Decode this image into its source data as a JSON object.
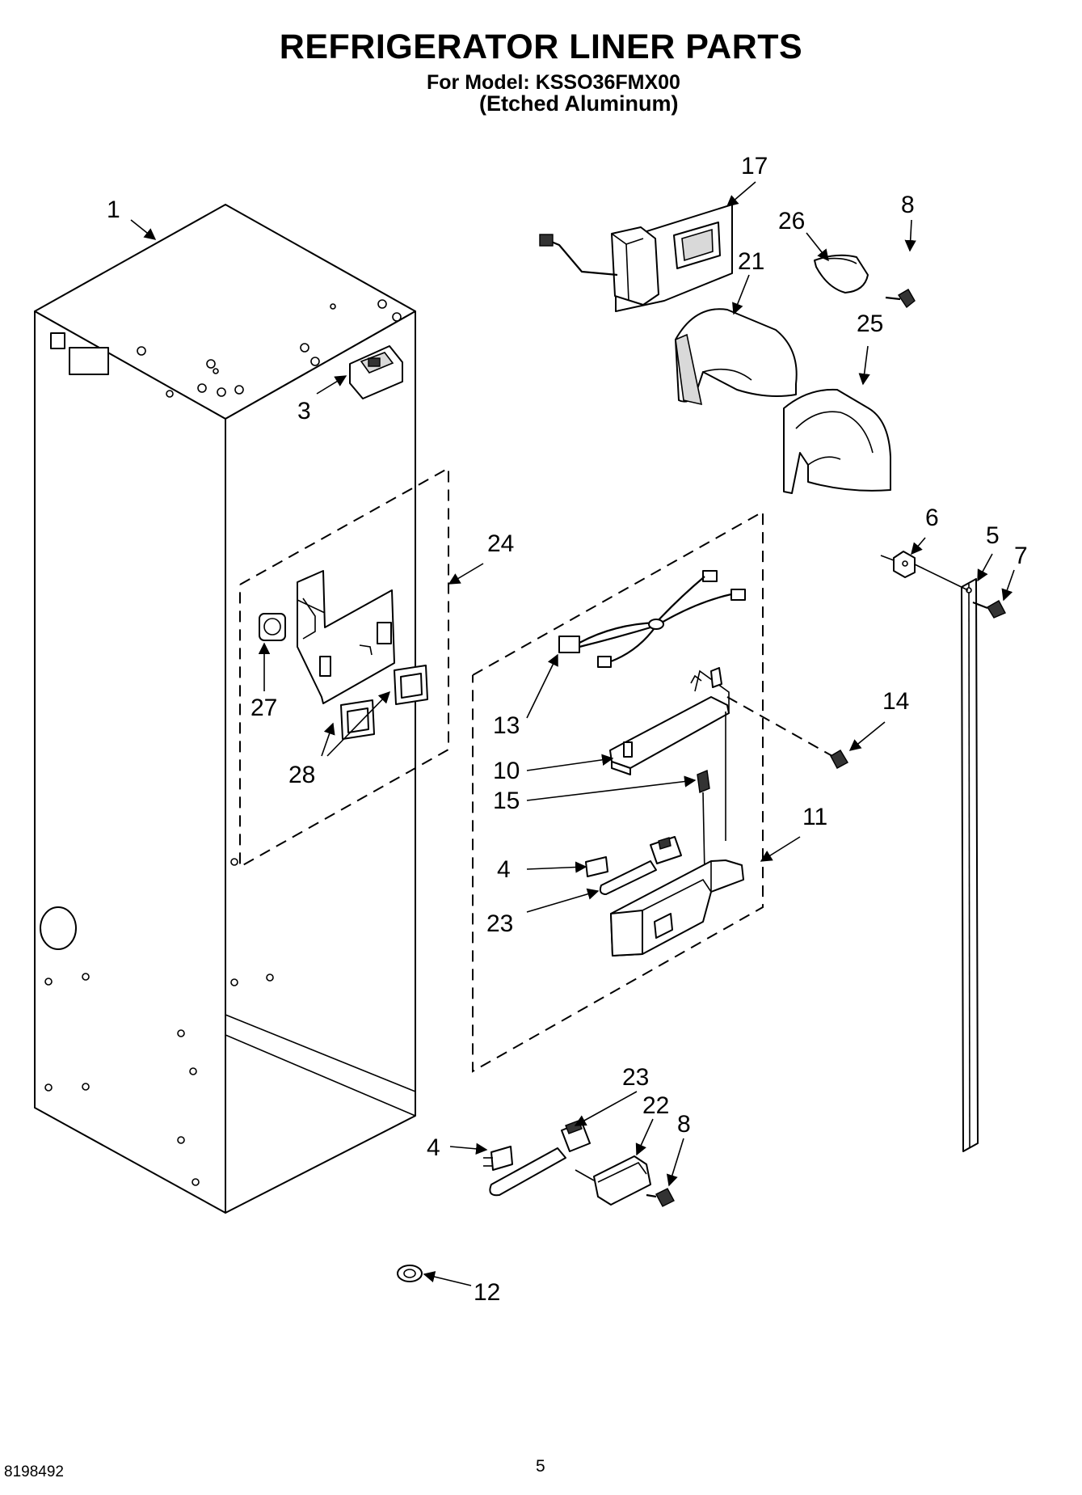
{
  "header": {
    "title": "REFRIGERATOR LINER PARTS",
    "model": "For Model: KSSO36FMX00",
    "finish": "(Etched Aluminum)"
  },
  "footer": {
    "document_number": "8198492",
    "page_number": "5"
  },
  "callouts": [
    {
      "id": "c1",
      "label": "1"
    },
    {
      "id": "c17",
      "label": "17"
    },
    {
      "id": "c26",
      "label": "26"
    },
    {
      "id": "c8a",
      "label": "8"
    },
    {
      "id": "c21",
      "label": "21"
    },
    {
      "id": "c25",
      "label": "25"
    },
    {
      "id": "c3",
      "label": "3"
    },
    {
      "id": "c24",
      "label": "24"
    },
    {
      "id": "c27",
      "label": "27"
    },
    {
      "id": "c28",
      "label": "28"
    },
    {
      "id": "c6",
      "label": "6"
    },
    {
      "id": "c5",
      "label": "5"
    },
    {
      "id": "c7",
      "label": "7"
    },
    {
      "id": "c14",
      "label": "14"
    },
    {
      "id": "c13",
      "label": "13"
    },
    {
      "id": "c10",
      "label": "10"
    },
    {
      "id": "c15",
      "label": "15"
    },
    {
      "id": "c11",
      "label": "11"
    },
    {
      "id": "c4a",
      "label": "4"
    },
    {
      "id": "c23a",
      "label": "23"
    },
    {
      "id": "c23b",
      "label": "23"
    },
    {
      "id": "c22",
      "label": "22"
    },
    {
      "id": "c8b",
      "label": "8"
    },
    {
      "id": "c4b",
      "label": "4"
    },
    {
      "id": "c12",
      "label": "12"
    }
  ]
}
